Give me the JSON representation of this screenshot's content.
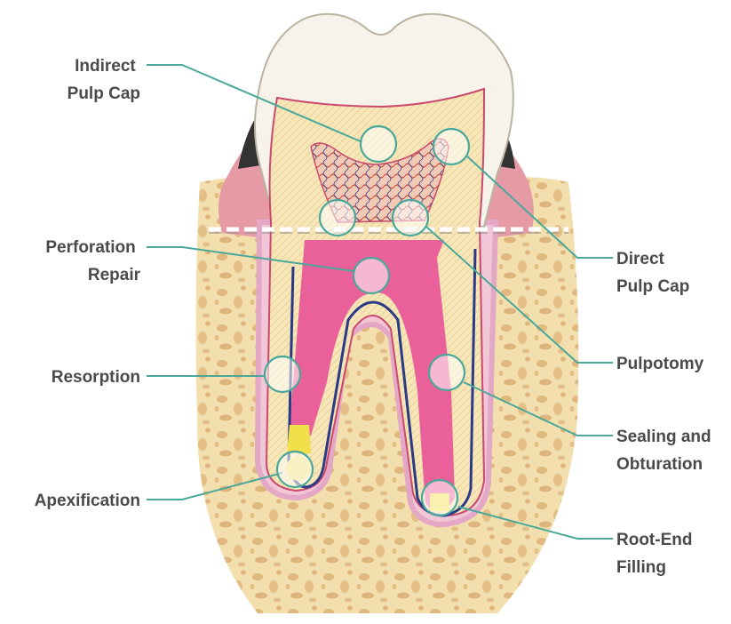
{
  "colors": {
    "leader": "#4aa89a",
    "label_text": "#4a4a4a",
    "pulp": "#e9609a",
    "dentin": "#f6e6b8",
    "enamel": "#f7f3ea",
    "bone": "#f3dfae",
    "gum": "#e59aa6",
    "canal_wall": "#2b3a86",
    "filling": "#f2e04a"
  },
  "labels": {
    "indirect_pulp_cap": [
      "Indirect",
      "Pulp Cap"
    ],
    "perforation_repair": [
      "Perforation",
      "Repair"
    ],
    "resorption": [
      "Resorption"
    ],
    "apexification": [
      "Apexification"
    ],
    "direct_pulp_cap": [
      "Direct",
      "Pulp Cap"
    ],
    "pulpotomy": [
      "Pulpotomy"
    ],
    "sealing_obturation": [
      "Sealing and",
      "Obturation"
    ],
    "root_end_filling": [
      "Root-End",
      "Filling"
    ]
  }
}
